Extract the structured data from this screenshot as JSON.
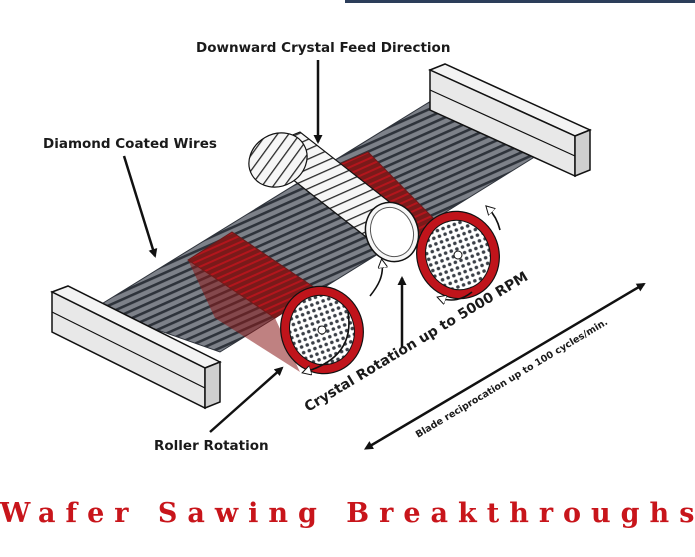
{
  "labels": {
    "feed_direction": "Downward Crystal Feed Direction",
    "wires": "Diamond Coated Wires",
    "roller_rotation": "Roller Rotation",
    "crystal_rotation": "Crystal Rotation up to 5000 RPM",
    "blade_reciprocation": "Blade reciprocation up to 100 cycles/min."
  },
  "caption": "Wafer Sawing Breakthroughs",
  "colors": {
    "wire": "#3a3f47",
    "roller_red": "#c0141b",
    "roller_dark": "#6b1a1a",
    "crystal": "#f4f4f4",
    "ink": "#1a1a1a",
    "caption": "#c8151b",
    "top_bar": "#2c3e5a"
  },
  "icons": [
    "arrow-down-icon",
    "arrow-diagonal-icon",
    "double-arrow-icon",
    "curved-rotation-arrow-icon"
  ]
}
